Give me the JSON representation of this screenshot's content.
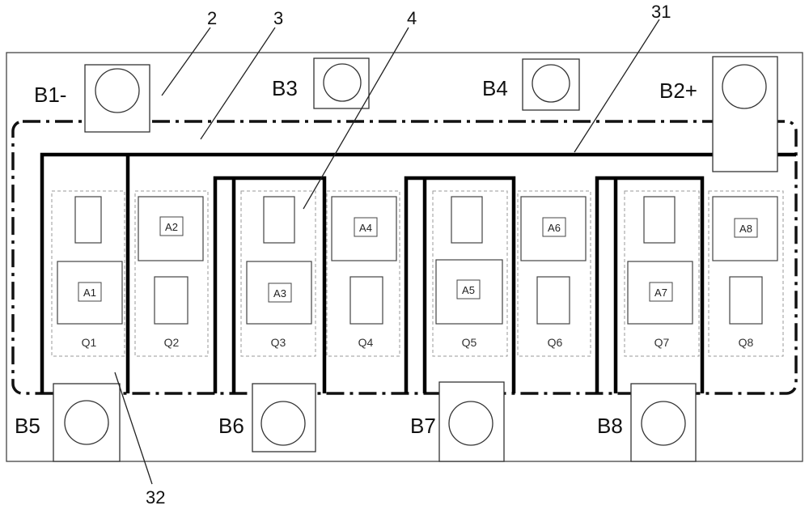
{
  "reference_numbers": {
    "n2": "2",
    "n3": "3",
    "n4": "4",
    "n31": "31",
    "n32": "32"
  },
  "terminals": {
    "b1": "B1-",
    "b2": "B2+",
    "b3": "B3",
    "b4": "B4",
    "b5": "B5",
    "b6": "B6",
    "b7": "B7",
    "b8": "B8"
  },
  "cells": {
    "q1": "Q1",
    "q2": "Q2",
    "q3": "Q3",
    "q4": "Q4",
    "q5": "Q5",
    "q6": "Q6",
    "q7": "Q7",
    "q8": "Q8"
  },
  "pads": {
    "a1": "A1",
    "a2": "A2",
    "a3": "A3",
    "a4": "A4",
    "a5": "A5",
    "a6": "A6",
    "a7": "A7",
    "a8": "A8"
  }
}
